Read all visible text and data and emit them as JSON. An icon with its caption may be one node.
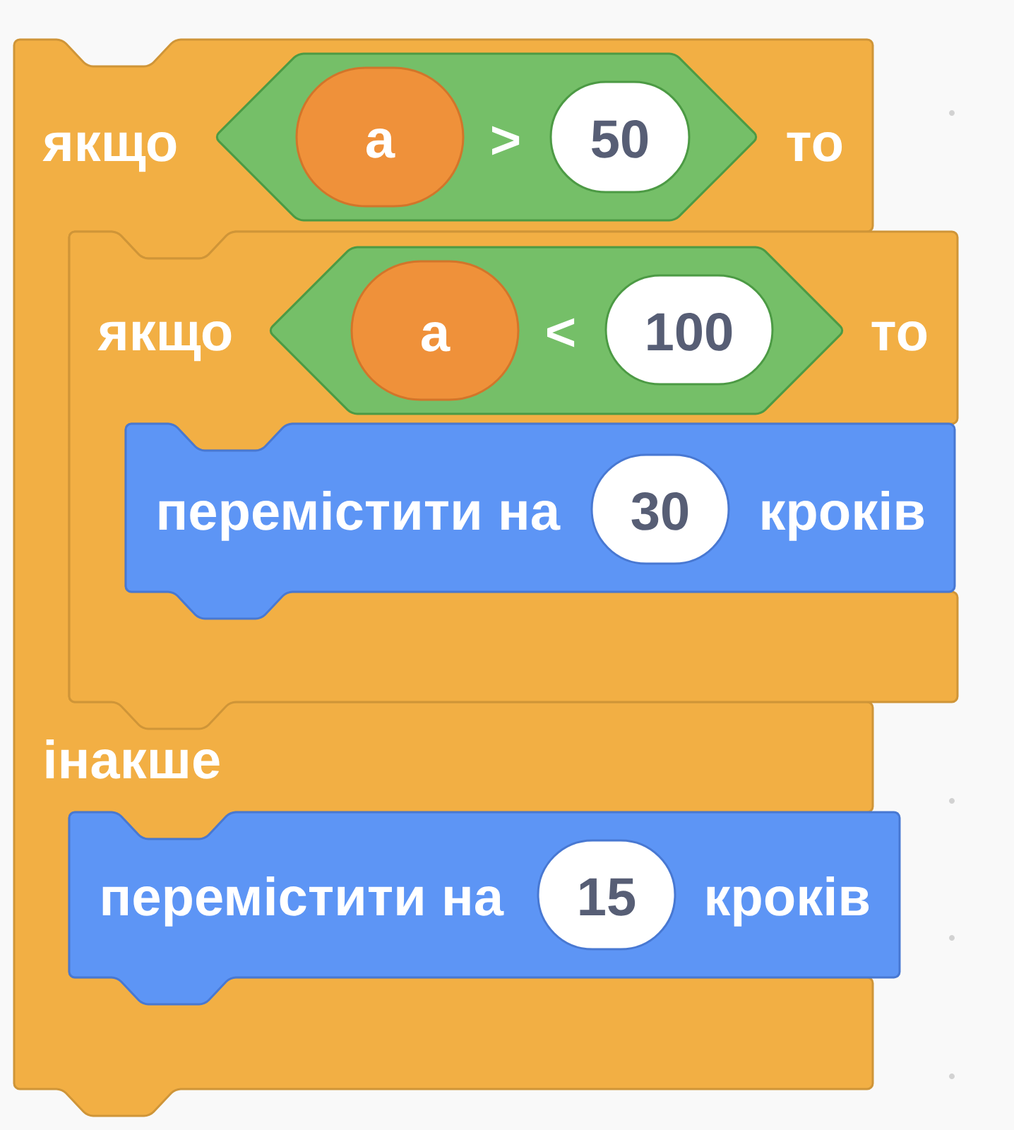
{
  "diagram": {
    "nodes": [
      {
        "text": [
          "якщо",
          "то",
          "інакше"
        ]
      },
      {
        "text": [
          ">"
        ],
        "in": 0
      },
      {
        "text": [
          "a"
        ],
        "in": 1
      },
      {
        "text": [
          "50"
        ],
        "in": 1
      },
      {
        "text": [
          "якщо",
          "то"
        ],
        "in": 0
      },
      {
        "text": [
          "<"
        ],
        "in": 4
      },
      {
        "text": [
          "a"
        ],
        "in": 5
      },
      {
        "text": [
          "100"
        ],
        "in": 5
      },
      {
        "text": [
          "перемістити на",
          "кроків"
        ],
        "in": 4
      },
      {
        "text": [
          "30"
        ],
        "in": 8
      },
      {
        "text": [
          "перемістити на",
          "кроків"
        ],
        "in": 0
      },
      {
        "text": [
          "15"
        ],
        "in": 10
      }
    ]
  }
}
